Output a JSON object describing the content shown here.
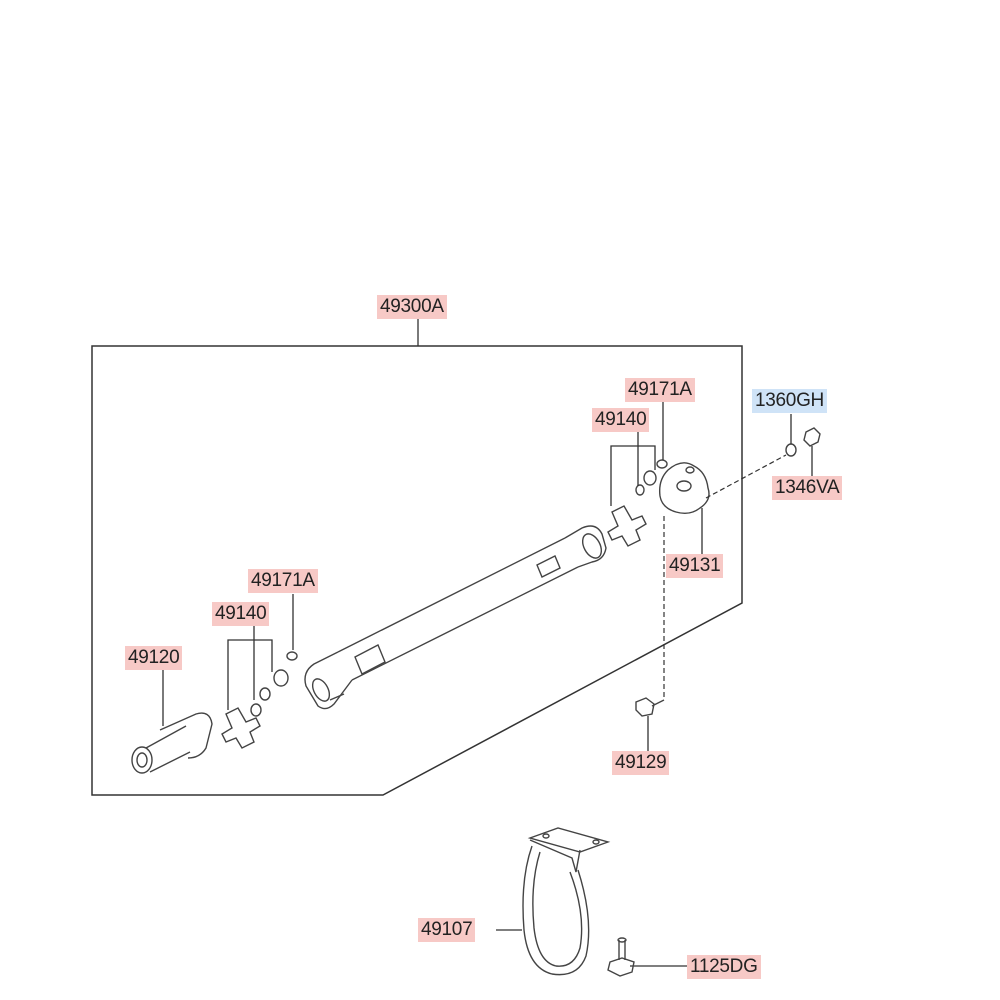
{
  "labels": {
    "assembly": "49300A",
    "clip_rear": "49171A",
    "spider_rear": "49140",
    "bolt_top": "1360GH",
    "nut_top": "1346VA",
    "coupling": "49131",
    "clip_front": "49171A",
    "spider_front": "49140",
    "yoke": "49120",
    "bolt_lower": "49129",
    "bracket": "49107",
    "bolt_bracket": "1125DG"
  },
  "colors": {
    "label_bg": "#f7c9c6",
    "highlight_bg": "#cfe3f7",
    "line": "#333333"
  }
}
